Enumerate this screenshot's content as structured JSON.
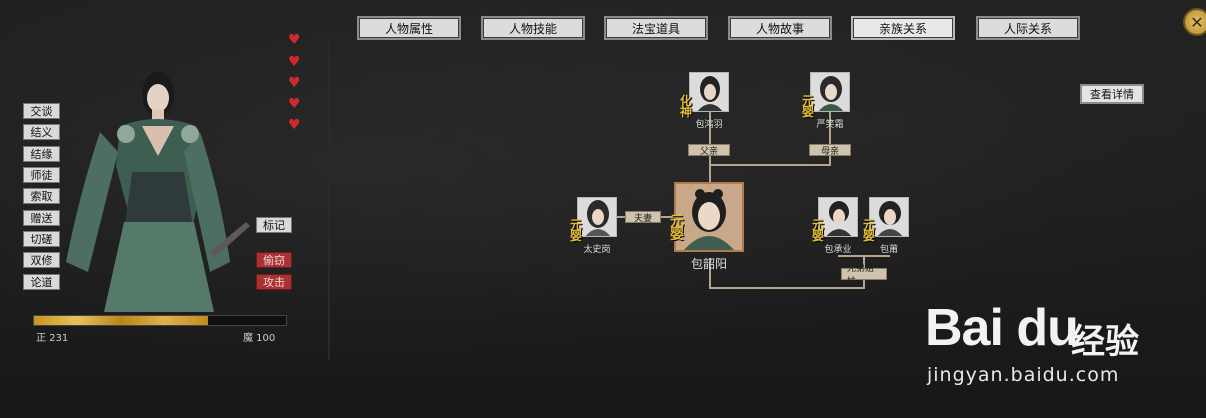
{
  "tabs": [
    {
      "label": "人物属性",
      "active": false
    },
    {
      "label": "人物技能",
      "active": false
    },
    {
      "label": "法宝道具",
      "active": false
    },
    {
      "label": "人物故事",
      "active": false
    },
    {
      "label": "亲族关系",
      "active": true
    },
    {
      "label": "人际关系",
      "active": false
    }
  ],
  "close_icon": "close-x-icon",
  "menu": [
    "交谈",
    "结义",
    "结缘",
    "师徒",
    "索取",
    "赠送",
    "切磋",
    "双修",
    "论道"
  ],
  "side_actions": {
    "mark": "标记",
    "steal": "偷窃",
    "attack": "攻击"
  },
  "affection_hearts": 5,
  "morality": {
    "left_label": "正 231",
    "right_label": "魔 100",
    "fill_percent": 0.69,
    "colors": {
      "fill": "#d4a23a"
    }
  },
  "view_details": "查看详情",
  "family": {
    "father": {
      "name": "包鸿羽",
      "relation": "父亲"
    },
    "mother": {
      "name": "严笑霜",
      "relation": "母亲"
    },
    "self": {
      "name": "包韶阳"
    },
    "spouse": {
      "name": "太史岗",
      "relation": "夫妻"
    },
    "siblings": [
      {
        "name": "包承业"
      },
      {
        "name": "包莆"
      }
    ],
    "siblings_relation": "兄弟姐妹"
  },
  "watermark": {
    "logo": "Bai du",
    "brand_cn": "经验",
    "url": "jingyan.baidu.com"
  }
}
